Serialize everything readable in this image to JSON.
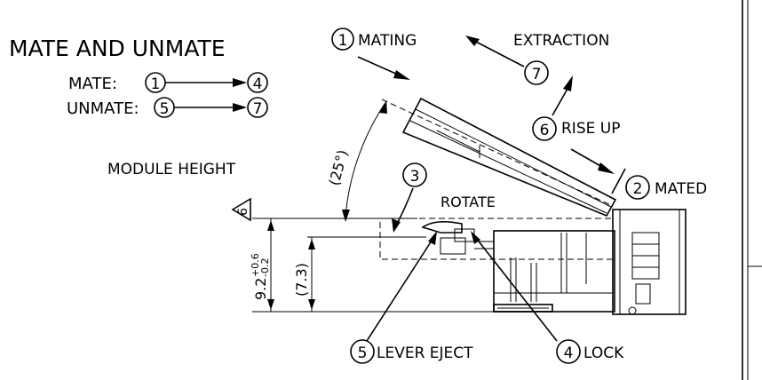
{
  "title": "MATE AND UNMATE",
  "sequence": {
    "mate_label": "MATE:",
    "mate_from": "1",
    "mate_to": "4",
    "unmate_label": "UNMATE:",
    "unmate_from": "5",
    "unmate_to": "7"
  },
  "module_height_label": "MODULE HEIGHT",
  "callouts": [
    {
      "num": "1",
      "label": "MATING"
    },
    {
      "num": "2",
      "label": "MATED"
    },
    {
      "num": "3",
      "label": "ROTATE"
    },
    {
      "num": "4",
      "label": "LOCK"
    },
    {
      "num": "5",
      "label": "LEVER EJECT"
    },
    {
      "num": "6",
      "label": "RISE UP"
    },
    {
      "num": "7",
      "label": "EXTRACTION"
    }
  ],
  "dimensions": {
    "angle": "(25°)",
    "height_main": "9.2",
    "height_tol_plus": "+0.6",
    "height_tol_minus": "-0.2",
    "height_ref": "(7.3)",
    "datum_symbol": "6"
  }
}
